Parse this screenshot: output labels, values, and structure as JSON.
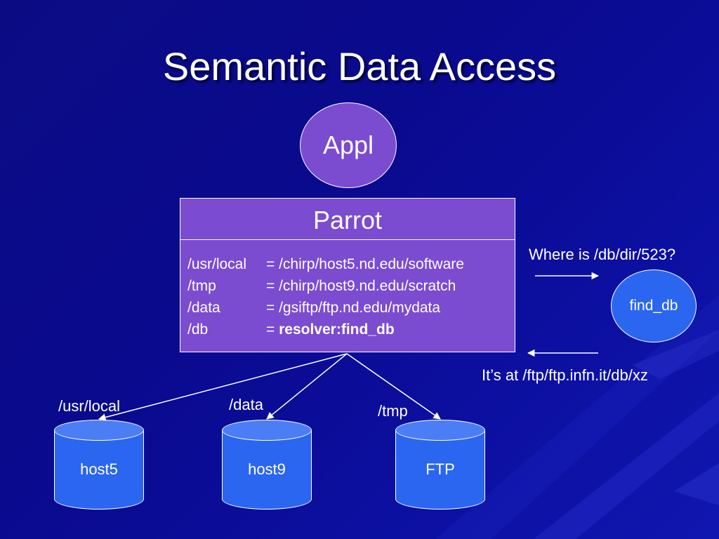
{
  "title": "Semantic Data Access",
  "appl": {
    "label": "Appl"
  },
  "parrot": {
    "label": "Parrot",
    "mounts": [
      {
        "path": "/usr/local",
        "value": "= /chirp/host5.nd.edu/software",
        "bold": false
      },
      {
        "path": "/tmp",
        "value": "= /chirp/host9.nd.edu/scratch",
        "bold": false
      },
      {
        "path": "/data",
        "value": "= /gsiftp/ftp.nd.edu/mydata",
        "bold": false
      },
      {
        "path": "/db",
        "prefix": "= ",
        "value": "resolver:find_db",
        "bold": true
      }
    ]
  },
  "find_db": {
    "label": "find_db"
  },
  "query": {
    "text": "Where is /db/dir/523?"
  },
  "reply": {
    "text": "It’s at /ftp/ftp.infn.it/db/xz"
  },
  "edges": {
    "usr_local": "/usr/local",
    "data": "/data",
    "tmp": "/tmp"
  },
  "hosts": {
    "host5": "host5",
    "host9": "host9",
    "ftp": "FTP"
  },
  "colors": {
    "background": "#0b0c84",
    "purple_node": "#7b4bd0",
    "blue_node": "#2a66f0",
    "text": "#ffffff"
  }
}
